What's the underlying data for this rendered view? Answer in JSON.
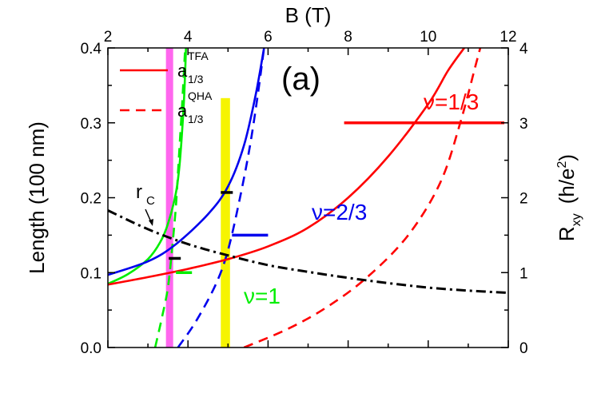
{
  "chart_data": {
    "type": "line",
    "panel_label": "(a)",
    "x_bottom": {
      "ticks": [
        2,
        4,
        6,
        8,
        10,
        12
      ],
      "label": ""
    },
    "x_top": {
      "label": "B (T)",
      "ticks": [
        2,
        4,
        6,
        8,
        10,
        12
      ],
      "lim": [
        2,
        12
      ]
    },
    "y_left": {
      "label": "Length (100 nm)",
      "lim": [
        0.0,
        0.4
      ],
      "ticks": [
        0.0,
        0.1,
        0.2,
        0.3,
        0.4
      ],
      "tick_labels": [
        "0.0",
        "0.1",
        "0.2",
        "0.3",
        "0.4"
      ]
    },
    "y_right": {
      "label": "R",
      "label_sub": "xy",
      "label_units": "(h/e",
      "label_units_sup": "2",
      "label_units_end": ")",
      "lim": [
        0,
        4
      ],
      "ticks": [
        0,
        1,
        2,
        3,
        4
      ],
      "tick_labels": [
        "0",
        "1",
        "2",
        "3",
        "4"
      ]
    },
    "legend": {
      "position": "top-left",
      "entries": [
        {
          "main": "a",
          "sup": "TFA",
          "sub": "1/3",
          "style": "solid",
          "color": "#ff0000"
        },
        {
          "main": "a",
          "sup": "QHA",
          "sub": "1/3",
          "style": "dashed",
          "color": "#ff0000"
        }
      ]
    },
    "series": [
      {
        "id": "nu1-tfa",
        "color": "#00ee00",
        "dash": "solid",
        "y_axis": "left",
        "points": [
          [
            2,
            0.085
          ],
          [
            2.5,
            0.098
          ],
          [
            3,
            0.118
          ],
          [
            3.3,
            0.14
          ],
          [
            3.5,
            0.165
          ],
          [
            3.7,
            0.207
          ],
          [
            3.8,
            0.25
          ],
          [
            3.9,
            0.33
          ],
          [
            3.95,
            0.4
          ]
        ]
      },
      {
        "id": "nu1-qha",
        "color": "#00ee00",
        "dash": "dashed",
        "y_axis": "left",
        "points": [
          [
            3.18,
            0.0
          ],
          [
            3.35,
            0.04
          ],
          [
            3.5,
            0.08
          ],
          [
            3.6,
            0.13
          ],
          [
            3.7,
            0.19
          ],
          [
            3.78,
            0.26
          ],
          [
            3.86,
            0.33
          ],
          [
            3.93,
            0.4
          ]
        ]
      },
      {
        "id": "nu23-tfa",
        "color": "#0000ee",
        "dash": "solid",
        "y_axis": "left",
        "points": [
          [
            2,
            0.097
          ],
          [
            3,
            0.115
          ],
          [
            3.7,
            0.138
          ],
          [
            4.5,
            0.178
          ],
          [
            5,
            0.215
          ],
          [
            5.4,
            0.27
          ],
          [
            5.7,
            0.34
          ],
          [
            5.9,
            0.4
          ]
        ]
      },
      {
        "id": "nu23-qha",
        "color": "#0000ee",
        "dash": "dashed",
        "y_axis": "left",
        "points": [
          [
            3.75,
            0.0
          ],
          [
            4.2,
            0.035
          ],
          [
            4.7,
            0.085
          ],
          [
            5.0,
            0.13
          ],
          [
            5.3,
            0.2
          ],
          [
            5.55,
            0.27
          ],
          [
            5.75,
            0.34
          ],
          [
            5.9,
            0.4
          ]
        ]
      },
      {
        "id": "nu13-tfa",
        "color": "#ff0000",
        "dash": "solid",
        "y_axis": "left",
        "points": [
          [
            2,
            0.084
          ],
          [
            3,
            0.094
          ],
          [
            4,
            0.105
          ],
          [
            5,
            0.118
          ],
          [
            6,
            0.135
          ],
          [
            7,
            0.16
          ],
          [
            8,
            0.2
          ],
          [
            9,
            0.255
          ],
          [
            10,
            0.325
          ],
          [
            10.5,
            0.37
          ],
          [
            10.9,
            0.4
          ]
        ]
      },
      {
        "id": "nu13-qha",
        "color": "#ff0000",
        "dash": "dashed",
        "y_axis": "left",
        "points": [
          [
            5.4,
            0.0
          ],
          [
            6.5,
            0.025
          ],
          [
            7.5,
            0.055
          ],
          [
            8.5,
            0.095
          ],
          [
            9.5,
            0.15
          ],
          [
            10.3,
            0.22
          ],
          [
            10.8,
            0.3
          ],
          [
            11.2,
            0.38
          ],
          [
            11.3,
            0.4
          ]
        ]
      },
      {
        "id": "rc",
        "color": "#000000",
        "dash": "dashdot",
        "y_axis": "left",
        "points": [
          [
            2,
            0.183
          ],
          [
            3,
            0.158
          ],
          [
            4,
            0.138
          ],
          [
            5,
            0.123
          ],
          [
            6,
            0.11
          ],
          [
            7,
            0.101
          ],
          [
            8,
            0.093
          ],
          [
            9,
            0.086
          ],
          [
            10,
            0.08
          ],
          [
            11,
            0.076
          ],
          [
            12,
            0.073
          ]
        ]
      }
    ],
    "plateaus": [
      {
        "id": "plateau-nu1",
        "color": "#00ee00",
        "x": [
          3.7,
          4.1
        ],
        "r": 1.0,
        "label": "ν=1"
      },
      {
        "id": "plateau-nu23",
        "color": "#0000ee",
        "x": [
          5.1,
          6.0
        ],
        "r": 1.5,
        "label": "ν=2/3"
      },
      {
        "id": "plateau-nu13",
        "color": "#ff0000",
        "x": [
          7.9,
          11.9
        ],
        "r": 3.0,
        "label": "ν=1/3"
      }
    ],
    "black_marks": [
      {
        "id": "mark-left",
        "x": [
          3.52,
          3.82
        ],
        "y": 0.119
      },
      {
        "id": "mark-right",
        "x": [
          4.82,
          5.12
        ],
        "y": 0.207
      }
    ],
    "bands": [
      {
        "id": "band-magenta",
        "color": "#ff66ee",
        "x": [
          3.45,
          3.63
        ],
        "y": [
          0.0,
          0.4
        ]
      },
      {
        "id": "band-yellow",
        "color": "#f6f400",
        "x": [
          4.82,
          5.05
        ],
        "y": [
          0.0,
          0.333
        ]
      }
    ],
    "annotations": [
      {
        "id": "label-rc",
        "text": "r",
        "sub": "C",
        "color": "#000000"
      },
      {
        "id": "label-nu1",
        "text": "ν=1",
        "color": "#00ee00"
      },
      {
        "id": "label-nu23",
        "text": "ν=2/3",
        "color": "#0000ee"
      },
      {
        "id": "label-nu13",
        "text": "ν=1/3",
        "color": "#ff0000"
      }
    ]
  }
}
